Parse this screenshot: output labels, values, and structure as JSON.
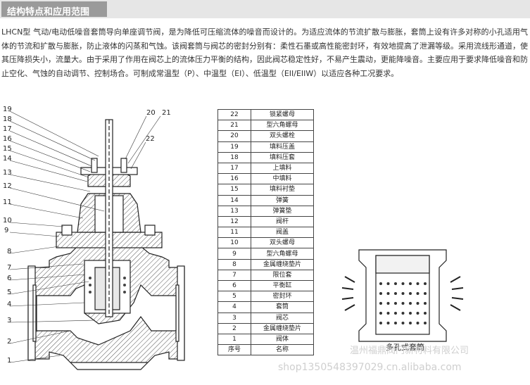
{
  "header": {
    "title": "结构特点和应用范围"
  },
  "description": "LHCN型 气动/电动低噪音套筒导向单座调节阀，是为降低可压缩流体的噪音而设计的。为适应流体的节流扩散与膨胀，套筒上设有许多对称的小孔适用气体的节流和扩散与膨胀，防止液体的闪蒸和气蚀。该阀套筒与阀芯的密封分别有：柔性石墨或高性能密封环，有效地提高了泄漏等级。采用流线形通道，使其压降损失小，流量大。由于采用了作用在阀芯上的流体压力平衡的结构，因此阀芯稳定性好，不易产生震动，更能降噪音。主要应用于要求降低噪音和防止空化、气蚀的自动调节、控制场合。可制成常温型（P）、中温型（EI）、低温型（EII/EIIW）以适应各种工况要求。",
  "diagram": {
    "left_labels": [
      "19",
      "18",
      "17",
      "16",
      "15",
      "14",
      "13",
      "12",
      "11",
      "10",
      "9",
      "8",
      "7",
      "6",
      "5",
      "4",
      "3",
      "2",
      "1"
    ],
    "top_labels": [
      "20",
      "21",
      "22"
    ]
  },
  "parts_table": {
    "rows": [
      {
        "no": "22",
        "name": "锁紧螺母"
      },
      {
        "no": "21",
        "name": "型六角螺母"
      },
      {
        "no": "20",
        "name": "双头螺栓"
      },
      {
        "no": "19",
        "name": "填料压盖"
      },
      {
        "no": "18",
        "name": "填料压套"
      },
      {
        "no": "17",
        "name": "上填料"
      },
      {
        "no": "16",
        "name": "中填料"
      },
      {
        "no": "15",
        "name": "填料衬垫"
      },
      {
        "no": "14",
        "name": "弹簧"
      },
      {
        "no": "13",
        "name": "弹簧垫"
      },
      {
        "no": "12",
        "name": "阀杆"
      },
      {
        "no": "11",
        "name": "阀盖"
      },
      {
        "no": "10",
        "name": "双头螺母"
      },
      {
        "no": "9",
        "name": "型六角螺母"
      },
      {
        "no": "8",
        "name": "金属缠绕垫片"
      },
      {
        "no": "7",
        "name": "限位套"
      },
      {
        "no": "6",
        "name": "平衡缸"
      },
      {
        "no": "5",
        "name": "密封环"
      },
      {
        "no": "4",
        "name": "套筒"
      },
      {
        "no": "3",
        "name": "阀芯"
      },
      {
        "no": "2",
        "name": "金属缠绕垫片"
      },
      {
        "no": "1",
        "name": "阀体"
      }
    ],
    "footer": {
      "no": "序号",
      "name": "名称"
    }
  },
  "sleeve_caption": "多孔式套筒",
  "watermarks": {
    "company": "温州福鼎阀门新材料有限公司",
    "shop": "shop1350548397029.cn.alibaba.com"
  }
}
